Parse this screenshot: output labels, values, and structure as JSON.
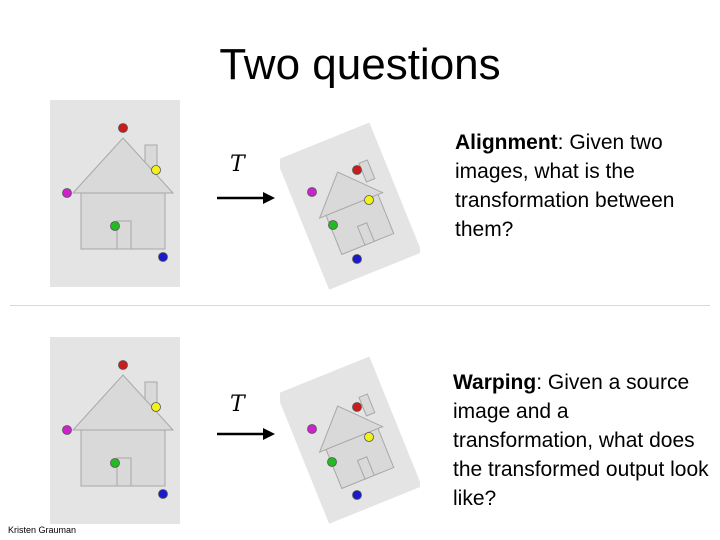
{
  "slide": {
    "title": "Two questions",
    "credit": "Kristen Grauman"
  },
  "rows": [
    {
      "transform_label": "T",
      "heading": "Alignment",
      "text": ": Given two images, what is the transformation between them?"
    },
    {
      "transform_label": "T",
      "heading": "Warping",
      "text": ": Given a source image and a transformation, what does the transformed output look like?"
    }
  ],
  "colors": {
    "panel": "#e4e4e4",
    "house_fill": "#d9d9d9",
    "house_stroke": "#a8a8a8",
    "point_red": "#cc1b1b",
    "point_yellow": "#f2f21a",
    "point_magenta": "#cc22cc",
    "point_green": "#22bb22",
    "point_blue": "#1a1acc",
    "divider": "#c9dfe7"
  }
}
